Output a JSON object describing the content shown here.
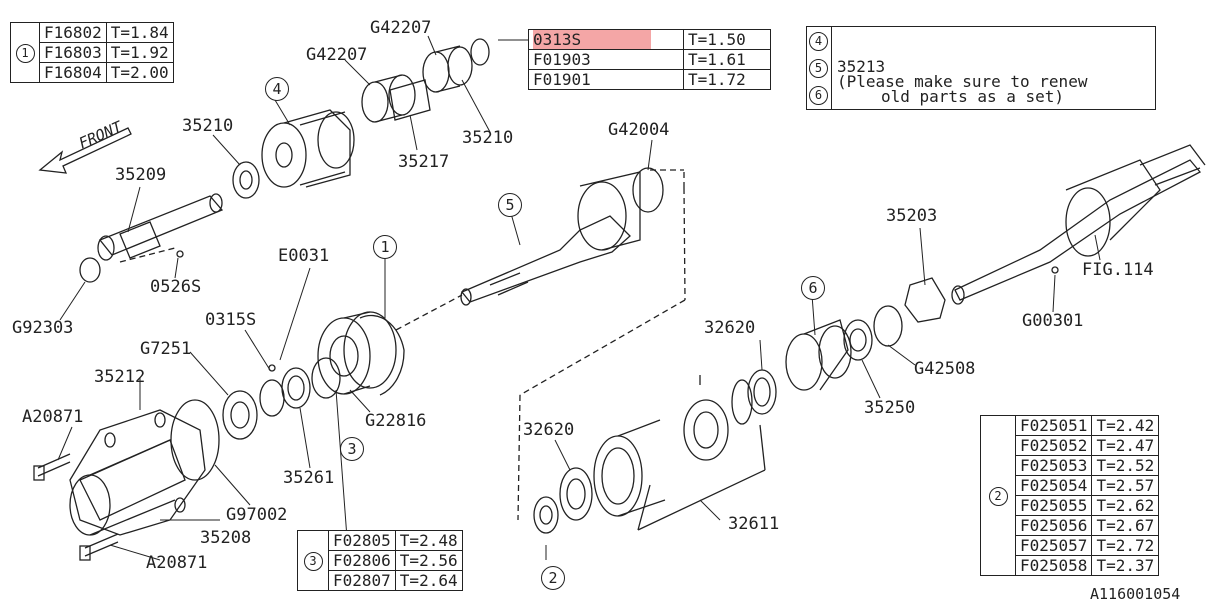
{
  "tables": {
    "t1": {
      "ref": "1",
      "rows": [
        {
          "part": "F16802",
          "t": "T=1.84"
        },
        {
          "part": "F16803",
          "t": "T=1.92"
        },
        {
          "part": "F16804",
          "t": "T=2.00"
        }
      ]
    },
    "t_top": {
      "rows": [
        {
          "part": "0313S",
          "t": "T=1.50"
        },
        {
          "part": "F01903",
          "t": "T=1.61"
        },
        {
          "part": "F01901",
          "t": "T=1.72"
        }
      ]
    },
    "t3": {
      "ref": "3",
      "rows": [
        {
          "part": "F02805",
          "t": "T=2.48"
        },
        {
          "part": "F02806",
          "t": "T=2.56"
        },
        {
          "part": "F02807",
          "t": "T=2.64"
        }
      ]
    },
    "t2": {
      "ref": "2",
      "rows": [
        {
          "part": "F025051",
          "t": "T=2.42"
        },
        {
          "part": "F025052",
          "t": "T=2.47"
        },
        {
          "part": "F025053",
          "t": "T=2.52"
        },
        {
          "part": "F025054",
          "t": "T=2.57"
        },
        {
          "part": "F025055",
          "t": "T=2.62"
        },
        {
          "part": "F025056",
          "t": "T=2.67"
        },
        {
          "part": "F025057",
          "t": "T=2.72"
        },
        {
          "part": "F025058",
          "t": "T=2.37"
        }
      ]
    }
  },
  "note": {
    "refs": [
      "4",
      "5",
      "6"
    ],
    "part": "35213",
    "line1": "(Please make sure to renew",
    "line2": "old parts as a set)"
  },
  "front_label": "FRONT",
  "labels": {
    "g42207_top": "G42207",
    "g42207_mid": "G42207",
    "p35210_left": "35210",
    "p35210_right": "35210",
    "p35217": "35217",
    "p35209": "35209",
    "p0526s": "0526S",
    "g92303": "G92303",
    "g42004": "G42004",
    "e0031": "E0031",
    "p0315s": "0315S",
    "g7251": "G7251",
    "p35212": "35212",
    "a20871_top": "A20871",
    "a20871_bottom": "A20871",
    "g97002": "G97002",
    "p35208": "35208",
    "p35261": "35261",
    "g22816": "G22816",
    "p35203": "35203",
    "fig114": "FIG.114",
    "g00301": "G00301",
    "g42508": "G42508",
    "p35250": "35250",
    "p32620_top": "32620",
    "p32620_left": "32620",
    "p32611": "32611",
    "drawing_id": "A116001054"
  },
  "callouts": {
    "c4": "4",
    "c5": "5",
    "c1": "1",
    "c6": "6",
    "c3": "3",
    "c2": "2"
  }
}
